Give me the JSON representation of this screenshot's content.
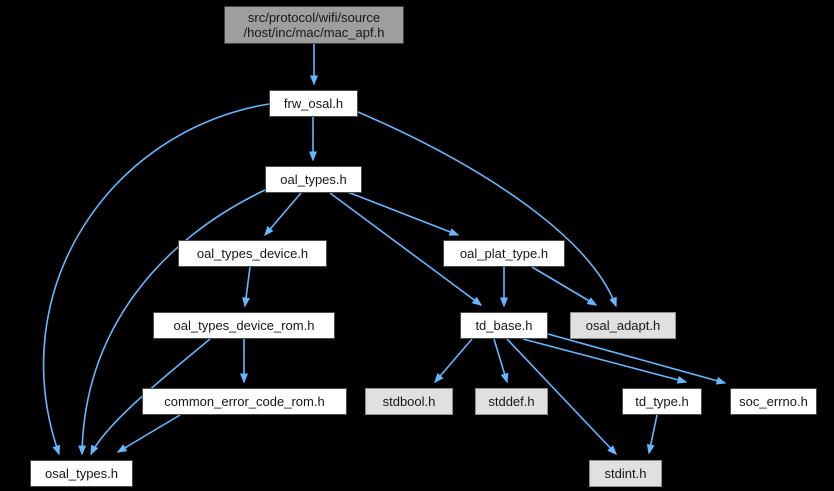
{
  "diagram": {
    "type": "include-dependency-graph",
    "colors": {
      "background": "#000000",
      "edge": "#63b8ff",
      "node_fill": "#ffffff",
      "node_border": "#4a4a4a",
      "root_fill": "#9e9e9e",
      "external_fill": "#e0e0e0",
      "external_border": "#8f8f8f",
      "text": "#161616"
    },
    "nodes": [
      {
        "id": "mac_apf",
        "label": "src/protocol/wifi/source\n/host/inc/mac/mac_apf.h",
        "type": "root"
      },
      {
        "id": "frw_osal",
        "label": "frw_osal.h",
        "type": "file"
      },
      {
        "id": "oal_types",
        "label": "oal_types.h",
        "type": "file"
      },
      {
        "id": "oal_types_device",
        "label": "oal_types_device.h",
        "type": "file"
      },
      {
        "id": "oal_plat_type",
        "label": "oal_plat_type.h",
        "type": "file"
      },
      {
        "id": "oal_types_device_rom",
        "label": "oal_types_device_rom.h",
        "type": "file"
      },
      {
        "id": "td_base",
        "label": "td_base.h",
        "type": "file"
      },
      {
        "id": "osal_adapt",
        "label": "osal_adapt.h",
        "type": "external"
      },
      {
        "id": "common_error_code_rom",
        "label": "common_error_code_rom.h",
        "type": "file"
      },
      {
        "id": "stdbool",
        "label": "stdbool.h",
        "type": "external"
      },
      {
        "id": "stddef",
        "label": "stddef.h",
        "type": "external"
      },
      {
        "id": "td_type",
        "label": "td_type.h",
        "type": "file"
      },
      {
        "id": "soc_errno",
        "label": "soc_errno.h",
        "type": "file"
      },
      {
        "id": "osal_types",
        "label": "osal_types.h",
        "type": "file"
      },
      {
        "id": "stdint",
        "label": "stdint.h",
        "type": "external"
      }
    ],
    "edges": [
      {
        "from": "mac_apf",
        "to": "frw_osal"
      },
      {
        "from": "frw_osal",
        "to": "oal_types"
      },
      {
        "from": "frw_osal",
        "to": "osal_types"
      },
      {
        "from": "frw_osal",
        "to": "osal_adapt"
      },
      {
        "from": "oal_types",
        "to": "oal_types_device"
      },
      {
        "from": "oal_types",
        "to": "osal_types"
      },
      {
        "from": "oal_types",
        "to": "oal_plat_type"
      },
      {
        "from": "oal_types",
        "to": "td_base"
      },
      {
        "from": "oal_types_device",
        "to": "oal_types_device_rom"
      },
      {
        "from": "oal_types_device_rom",
        "to": "common_error_code_rom"
      },
      {
        "from": "oal_types_device_rom",
        "to": "osal_types"
      },
      {
        "from": "common_error_code_rom",
        "to": "osal_types"
      },
      {
        "from": "oal_plat_type",
        "to": "td_base"
      },
      {
        "from": "oal_plat_type",
        "to": "osal_adapt"
      },
      {
        "from": "td_base",
        "to": "stdbool"
      },
      {
        "from": "td_base",
        "to": "stddef"
      },
      {
        "from": "td_base",
        "to": "stdint"
      },
      {
        "from": "td_base",
        "to": "td_type"
      },
      {
        "from": "td_base",
        "to": "soc_errno"
      },
      {
        "from": "td_type",
        "to": "stdint"
      }
    ]
  }
}
